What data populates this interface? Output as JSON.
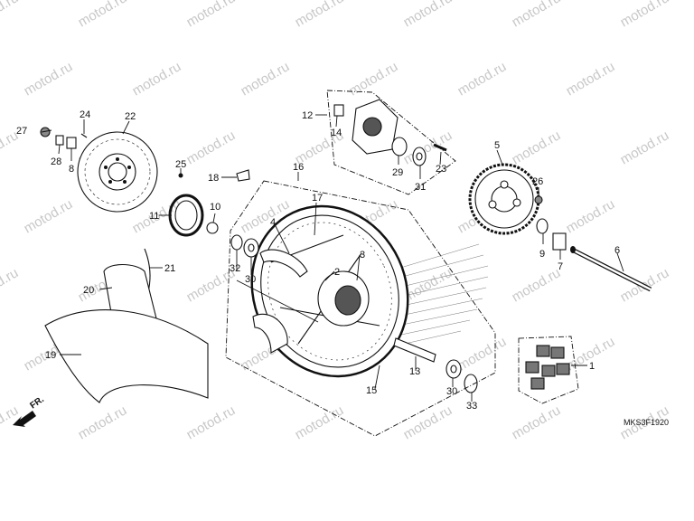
{
  "diagram": {
    "code": "MKS3F1920",
    "direction_label": "FR.",
    "watermark": "motod.ru",
    "colors": {
      "line": "#111111",
      "watermark": "#c8c8c8",
      "background": "#ffffff"
    },
    "callouts": [
      {
        "id": "c1",
        "label": "1"
      },
      {
        "id": "c2",
        "label": "2"
      },
      {
        "id": "c3",
        "label": "3"
      },
      {
        "id": "c4",
        "label": "4"
      },
      {
        "id": "c5",
        "label": "5"
      },
      {
        "id": "c6",
        "label": "6"
      },
      {
        "id": "c7",
        "label": "7"
      },
      {
        "id": "c8",
        "label": "8"
      },
      {
        "id": "c9",
        "label": "9"
      },
      {
        "id": "c10",
        "label": "10"
      },
      {
        "id": "c11",
        "label": "11"
      },
      {
        "id": "c12",
        "label": "12"
      },
      {
        "id": "c13",
        "label": "13"
      },
      {
        "id": "c14",
        "label": "14"
      },
      {
        "id": "c15",
        "label": "15"
      },
      {
        "id": "c16",
        "label": "16"
      },
      {
        "id": "c17",
        "label": "17"
      },
      {
        "id": "c18",
        "label": "18"
      },
      {
        "id": "c19",
        "label": "19"
      },
      {
        "id": "c20",
        "label": "20"
      },
      {
        "id": "c21",
        "label": "21"
      },
      {
        "id": "c22",
        "label": "22"
      },
      {
        "id": "c23",
        "label": "23"
      },
      {
        "id": "c24",
        "label": "24"
      },
      {
        "id": "c25",
        "label": "25"
      },
      {
        "id": "c26",
        "label": "26"
      },
      {
        "id": "c27",
        "label": "27"
      },
      {
        "id": "c28",
        "label": "28"
      },
      {
        "id": "c29",
        "label": "29"
      },
      {
        "id": "c30a",
        "label": "30"
      },
      {
        "id": "c30b",
        "label": "30"
      },
      {
        "id": "c31",
        "label": "31"
      },
      {
        "id": "c32",
        "label": "32"
      },
      {
        "id": "c33",
        "label": "33"
      }
    ]
  }
}
